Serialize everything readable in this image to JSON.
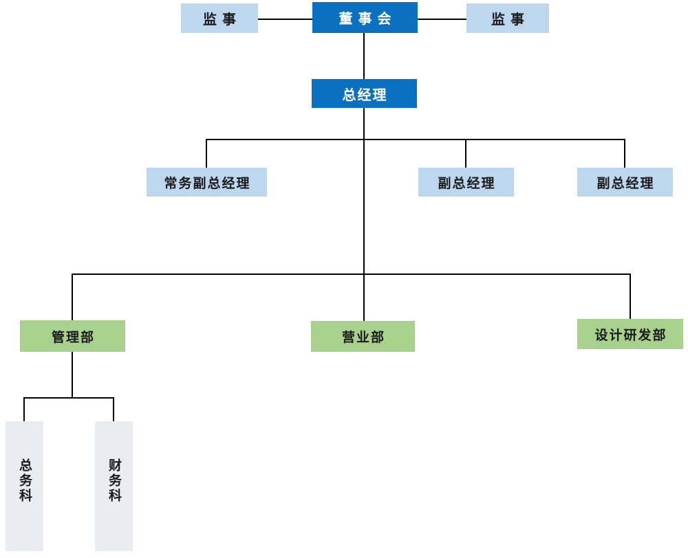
{
  "org": {
    "board": "董事会",
    "supervisor_left": "监事",
    "supervisor_right": "监事",
    "general_manager": "总经理",
    "exec_deputy_gm": "常务副总经理",
    "deputy_gm_1": "副总经理",
    "deputy_gm_2": "副总经理",
    "management_dept": "管理部",
    "sales_dept": "营业部",
    "design_rd_dept": "设计研发部",
    "general_affairs_section": "总务科",
    "finance_section": "财务科"
  },
  "colors": {
    "primary_blue": "#0b70c0",
    "light_blue": "#bdd7ee",
    "green": "#a9d18e",
    "light_gray": "#e9edf2",
    "line_black": "#000000",
    "text_dark": "#1a1a1a",
    "text_white": "#ffffff"
  }
}
